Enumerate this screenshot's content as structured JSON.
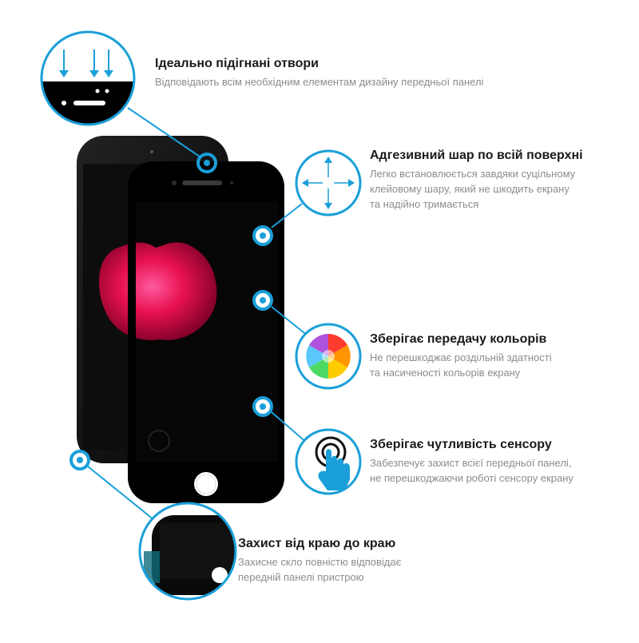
{
  "colors": {
    "accent": "#1a9fd9",
    "phone_body": "#0b0b0b",
    "title": "#1a1a1a",
    "description": "#8c8c8c"
  },
  "features": [
    {
      "icon": "speaker-holes-arrows-icon",
      "title": "Ідеально підігнані отвори",
      "lines": [
        "Відповідають всім необхідним елементам дизайну передньої панелі"
      ]
    },
    {
      "icon": "four-arrows-adhesive-icon",
      "title": "Адгезивний шар по всій поверхні",
      "lines": [
        "Легко встановлюється завдяки суцільному",
        "клейовому шару, який не шкодить екрану",
        "та надійно тримається"
      ]
    },
    {
      "icon": "color-wheel-icon",
      "title": "Зберігає передачу кольорів",
      "lines": [
        "Не перешкоджає роздільній здатності",
        "та насиченості кольорів екрану"
      ]
    },
    {
      "icon": "touch-finger-icon",
      "title": "Зберігає чутливість сенсору",
      "lines": [
        "Забезпечує захист всієї передньої панелі,",
        "не перешкоджаючи роботі сенсору екрану"
      ]
    },
    {
      "icon": "edge-to-edge-icon",
      "title": "Захист від краю до краю",
      "lines": [
        "Захисне скло повністю відповідає",
        "передній панелі пристрою"
      ]
    }
  ]
}
